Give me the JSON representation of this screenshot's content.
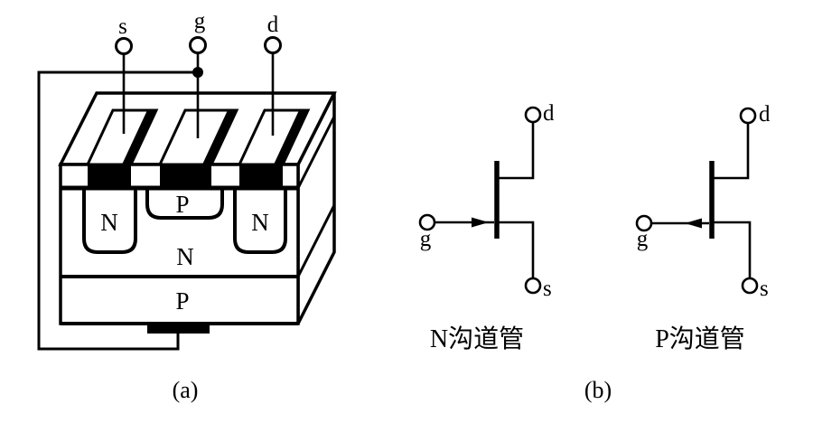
{
  "figure": {
    "colors": {
      "ink": "#000000",
      "background": "#ffffff"
    },
    "panel_a": {
      "caption": "(a)",
      "terminals": [
        {
          "id": "source",
          "label": "s"
        },
        {
          "id": "gate",
          "label": "g"
        },
        {
          "id": "drain",
          "label": "d"
        }
      ],
      "regions": {
        "left_well": "N",
        "top_well": "P",
        "right_well": "N",
        "channel_body": "N",
        "substrate": "P"
      }
    },
    "panel_b": {
      "caption": "(b)",
      "symbols": [
        {
          "id": "n-channel",
          "name": "N沟道管",
          "terminals": {
            "drain": "d",
            "gate": "g",
            "source": "s"
          }
        },
        {
          "id": "p-channel",
          "name": "P沟道管",
          "terminals": {
            "drain": "d",
            "gate": "g",
            "source": "s"
          }
        }
      ]
    }
  }
}
